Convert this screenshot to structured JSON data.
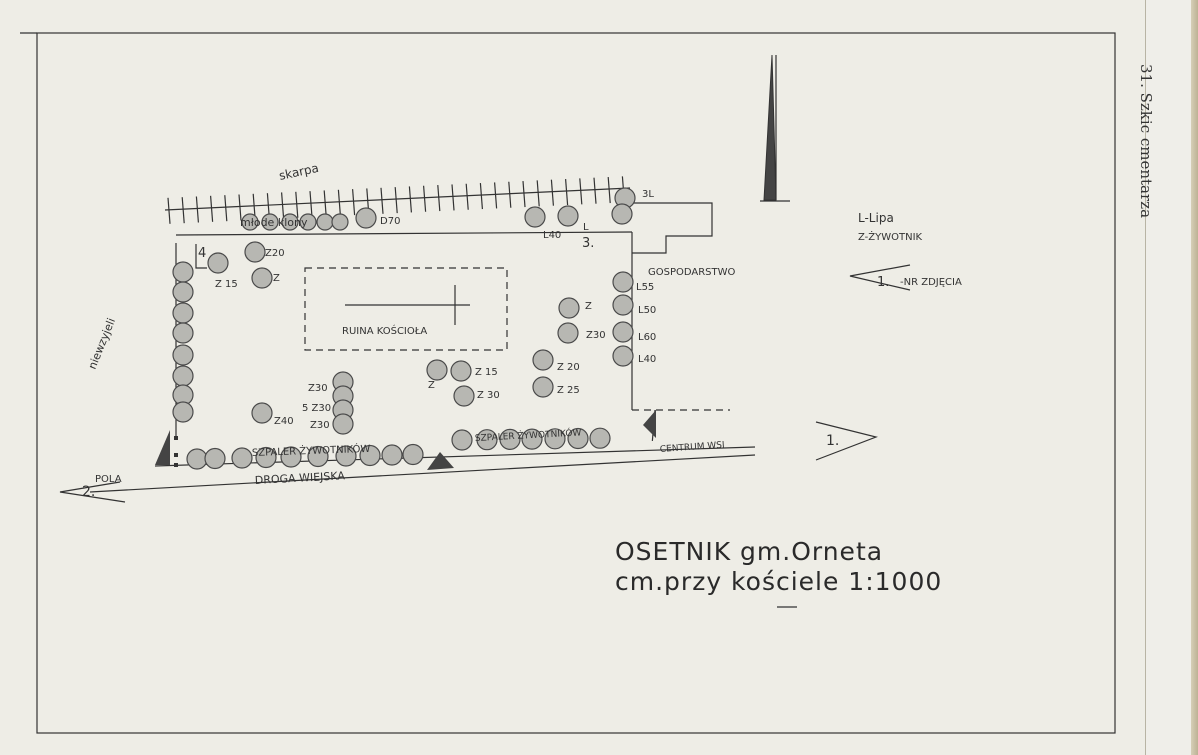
{
  "sheet_caption": "31. Szkic cmentarza",
  "title_line1": "OSETNIK gm.Orneta",
  "title_line2": "cm.przy kościele 1:1000",
  "legend": {
    "lipa": "L-Lipa",
    "zywotnik": "Z-ŻYWOTNIK",
    "photo_marker_number": "1.",
    "photo_marker_text": "-NR ZDJĘCIA"
  },
  "labels": {
    "skarpa": "skarpa",
    "mlode_klony": "młode klony",
    "niewysypy": "niewzyjeli",
    "ruina": "RUINA KOŚCIOŁA",
    "gospodarstwo": "GOSPODARSTWO",
    "szpaler_left": "SZPALER ŻYWOTNIKÓW",
    "szpaler_right": "SZPALER ŻYWOTNIKÓW",
    "droga": "DROGA WIEJSKA",
    "centrum": "CENTRUM WSI",
    "pola": "POLA",
    "north_arrow": "north-arrow",
    "photo1": "1.",
    "photo2": "2.",
    "photo3": "3.",
    "photo4": "4"
  },
  "tree_labels": {
    "d70": "D70",
    "l40_top": "L40",
    "l_top": "L",
    "l31": "3L",
    "z20_a": "Z20",
    "z15_a": "Z 15",
    "z_a": "Z",
    "l55": "L55",
    "l50": "L50",
    "l60": "L60",
    "l40_r": "L40",
    "z_b": "Z",
    "z30_b": "Z30",
    "z20_c": "Z 20",
    "z25": "Z 25",
    "z15_c": "Z 15",
    "z30_c": "Z 30",
    "z_d": "Z",
    "z30_d1": "Z30",
    "z30_d2": "5 Z30",
    "z30_d3": "Z30",
    "z40": "Z40"
  }
}
